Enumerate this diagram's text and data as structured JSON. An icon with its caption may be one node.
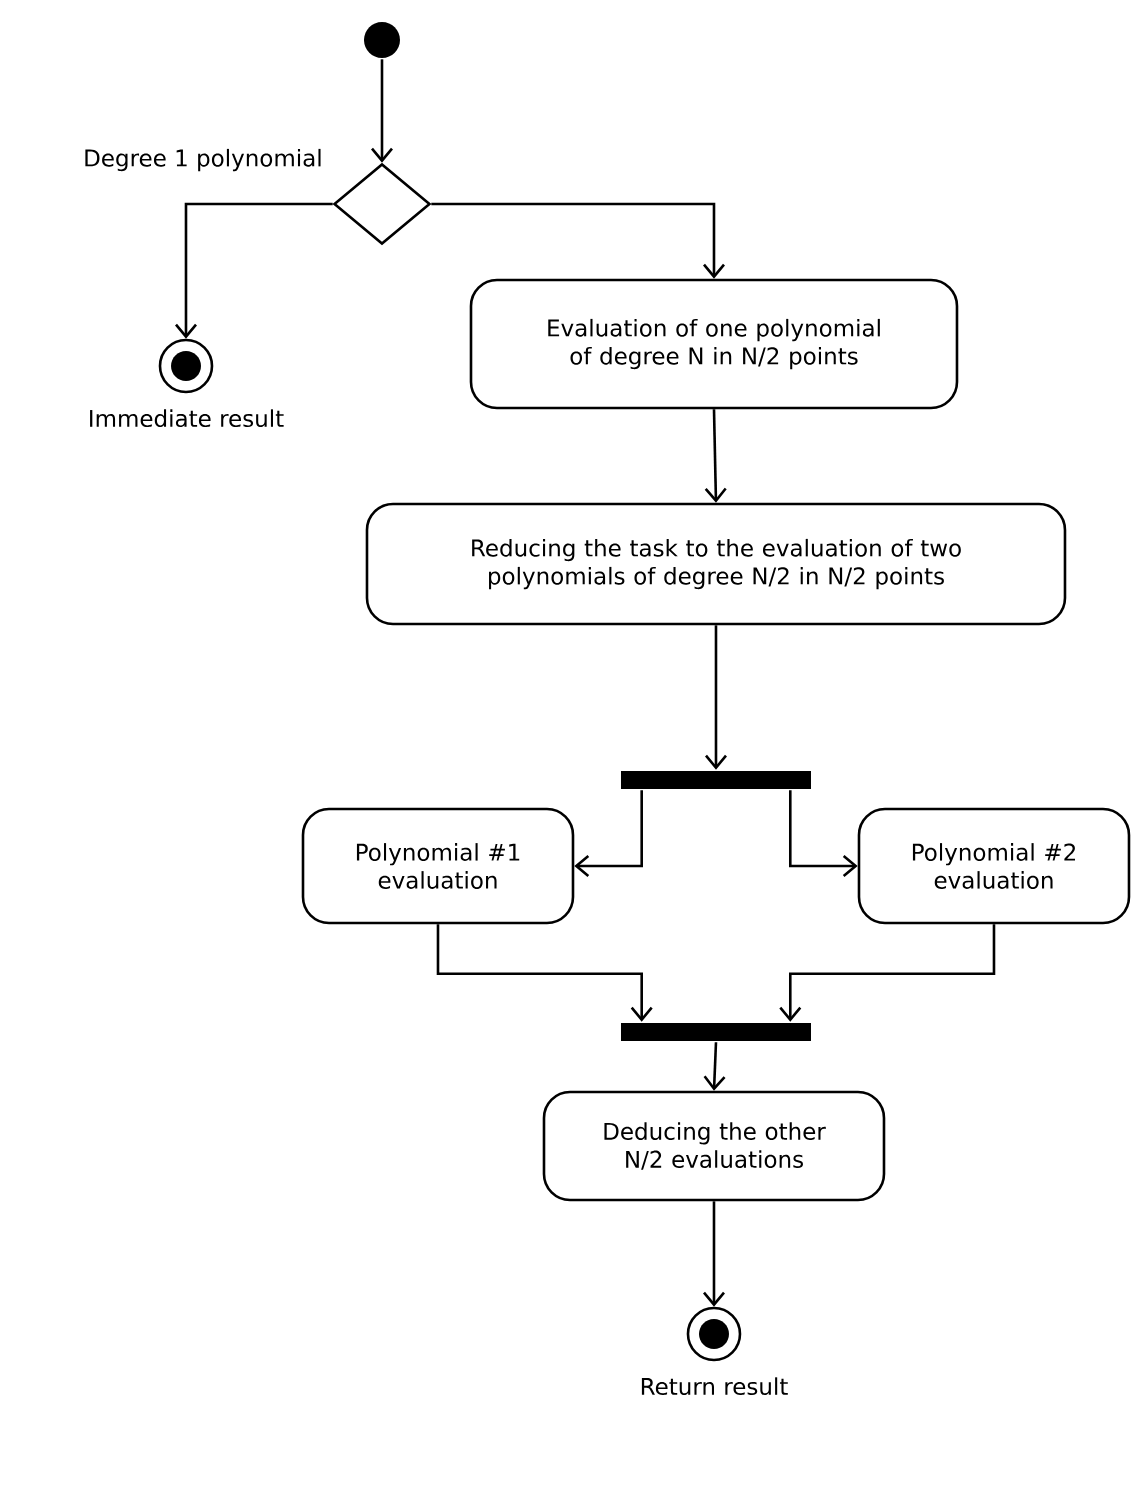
{
  "diagram": {
    "nodes": [
      {
        "text": [],
        "shape": "dot"
      },
      {
        "text": [],
        "shape": "diamond",
        "beside": [
          "Degree 1 polynomial"
        ]
      },
      {
        "text": [],
        "shape": "bullseye",
        "beside": [
          "Immediate result"
        ]
      },
      {
        "text": [
          "Evaluation of one polynomial of degree N in N/2 points"
        ]
      },
      {
        "text": [
          "Reducing the task to the evaluation of two polynomials of degree N/2 in N/2 points"
        ]
      },
      {
        "text": [],
        "shape": "bar"
      },
      {
        "text": [
          "Polynomial #1 evaluation"
        ]
      },
      {
        "text": [
          "Polynomial #2 evaluation"
        ]
      },
      {
        "text": [],
        "shape": "bar"
      },
      {
        "text": [
          "Deducing the other N/2 evaluations"
        ]
      },
      {
        "text": [],
        "shape": "bullseye",
        "beside": [
          "Return result"
        ]
      }
    ],
    "edges": [
      {
        "from": 0,
        "to": 1,
        "arrow": "to"
      },
      {
        "from": 1,
        "to": 2,
        "arrow": "to"
      },
      {
        "from": 1,
        "to": 3,
        "arrow": "to"
      },
      {
        "from": 3,
        "to": 4,
        "arrow": "to"
      },
      {
        "from": 4,
        "to": 5,
        "arrow": "to"
      },
      {
        "from": 5,
        "to": 6,
        "arrow": "to"
      },
      {
        "from": 5,
        "to": 7,
        "arrow": "to"
      },
      {
        "from": 6,
        "to": 8,
        "arrow": "to"
      },
      {
        "from": 7,
        "to": 8,
        "arrow": "to"
      },
      {
        "from": 8,
        "to": 9,
        "arrow": "to"
      },
      {
        "from": 9,
        "to": 10,
        "arrow": "to"
      }
    ]
  }
}
